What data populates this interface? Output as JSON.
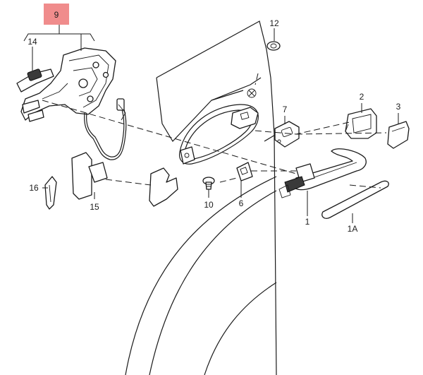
{
  "colors": {
    "highlight": "#f08c8c",
    "line": "#1a1a1a",
    "background": "#ffffff"
  },
  "callouts": {
    "c9": "9",
    "c14": "14",
    "c12": "12",
    "c2": "2",
    "c3": "3",
    "c7": "7",
    "c16": "16",
    "c15": "15",
    "c10": "10",
    "c6": "6",
    "c1": "1",
    "c1a": "1A"
  }
}
